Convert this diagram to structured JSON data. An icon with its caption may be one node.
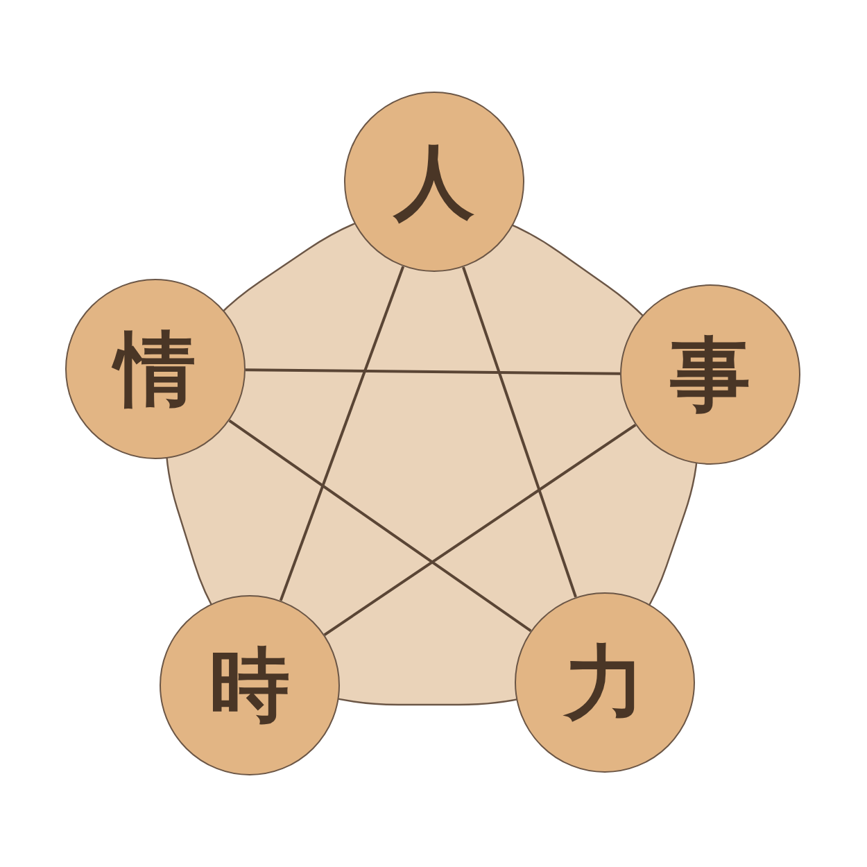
{
  "diagram": {
    "nodes": [
      {
        "text": [
          "人"
        ]
      },
      {
        "text": [
          "情"
        ]
      },
      {
        "text": [
          "事"
        ]
      },
      {
        "text": [
          "時"
        ]
      },
      {
        "text": [
          "力"
        ]
      }
    ],
    "edges": [
      {
        "from": 0,
        "to": 3,
        "arrow": "none"
      },
      {
        "from": 0,
        "to": 4,
        "arrow": "none"
      },
      {
        "from": 1,
        "to": 2,
        "arrow": "none"
      },
      {
        "from": 1,
        "to": 4,
        "arrow": "none"
      },
      {
        "from": 2,
        "to": 3,
        "arrow": "none"
      }
    ]
  }
}
